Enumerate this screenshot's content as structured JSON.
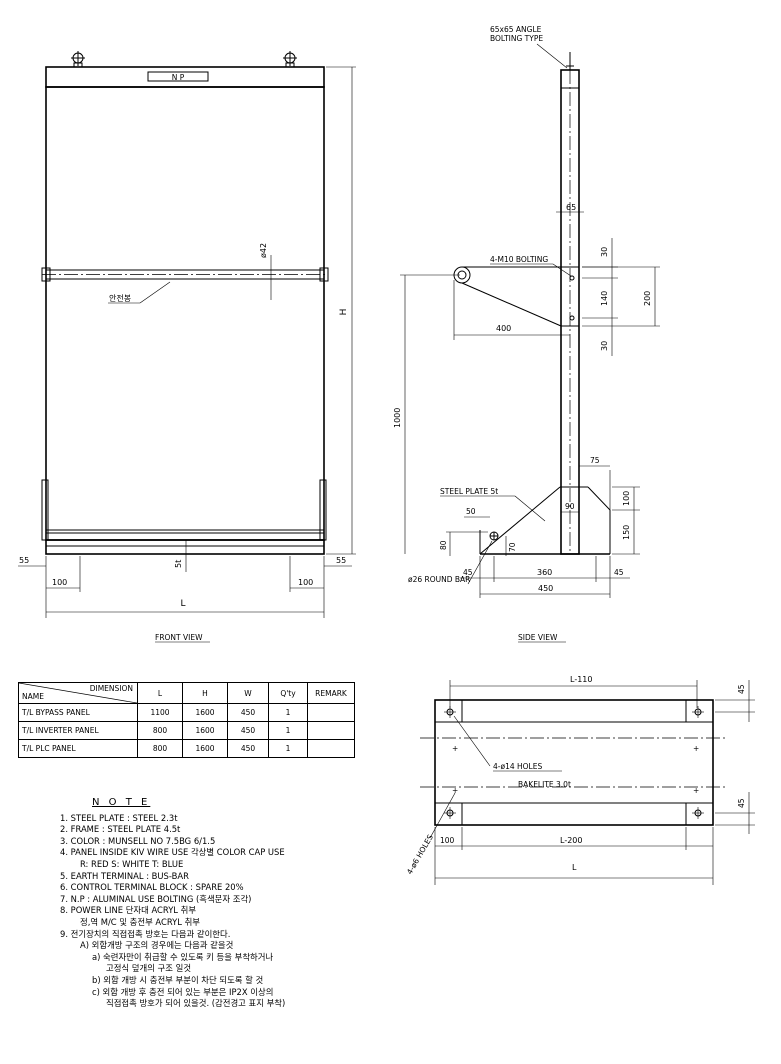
{
  "front_view": {
    "np_label": "N P",
    "safety_bar_label": "안전봉",
    "dim_phi42": "ø42",
    "dim_h": "H",
    "dim_l": "L",
    "dim_55_left": "55",
    "dim_55_right": "55",
    "dim_100_left": "100",
    "dim_100_right": "100",
    "dim_5t": "5t",
    "caption": "FRONT VIEW"
  },
  "side_view": {
    "angle_label_line1": "65x65 ANGLE",
    "angle_label_line2": "BOLTING TYPE",
    "dim_65": "65",
    "bolting_label": "4-M10 BOLTING",
    "dim_30_top": "30",
    "dim_140": "140",
    "dim_200": "200",
    "dim_30_bottom": "30",
    "dim_400": "400",
    "dim_1000": "1000",
    "dim_75": "75",
    "steel_plate_label": "STEEL PLATE 5t",
    "dim_100": "100",
    "dim_50": "50",
    "dim_90": "90",
    "dim_150": "150",
    "dim_80": "80",
    "dim_70": "70",
    "round_bar_label": "ø26 ROUND BAR",
    "dim_45_left": "45",
    "dim_360": "360",
    "dim_45_right": "45",
    "dim_450": "450",
    "caption": "SIDE VIEW"
  },
  "table": {
    "header_name": "NAME",
    "header_dimension": "DIMENSION",
    "columns": [
      "L",
      "H",
      "W",
      "Q'ty",
      "REMARK"
    ],
    "rows": [
      {
        "name": "T/L BYPASS PANEL",
        "l": "1100",
        "h": "1600",
        "w": "450",
        "qty": "1",
        "remark": ""
      },
      {
        "name": "T/L INVERTER PANEL",
        "l": "800",
        "h": "1600",
        "w": "450",
        "qty": "1",
        "remark": ""
      },
      {
        "name": "T/L PLC PANEL",
        "l": "800",
        "h": "1600",
        "w": "450",
        "qty": "1",
        "remark": ""
      }
    ]
  },
  "plan_view": {
    "dim_l110": "L-110",
    "dim_45_top": "45",
    "holes_label": "4-ø14 HOLES",
    "bakelite_label": "BAKELITE 3.0t",
    "dim_45_bottom": "45",
    "holes6_label": "4-ø6 HOLES",
    "dim_100": "100",
    "dim_l200": "L-200",
    "dim_l": "L"
  },
  "notes": {
    "title": "N O T E",
    "lines": [
      {
        "text": "1. STEEL   PLATE : STEEL 2.3t",
        "level": 0
      },
      {
        "text": "2. FRAME : STEEL PLATE 4.5t",
        "level": 0
      },
      {
        "text": "3. COLOR : MUNSELL NO 7.5BG 6/1.5",
        "level": 0
      },
      {
        "text": "4. PANEL INSIDE KIV WIRE USE 각상별 COLOR CAP USE",
        "level": 0
      },
      {
        "text": "R: RED    S: WHITE    T: BLUE",
        "level": 1
      },
      {
        "text": "5. EARTH TERMINAL : BUS-BAR",
        "level": 0
      },
      {
        "text": "6. CONTROL TERMINAL BLOCK : SPARE 20%",
        "level": 0
      },
      {
        "text": "7. N.P : ALUMINAL USE BOLTING (흑색문자 조각)",
        "level": 0
      },
      {
        "text": "8.  POWER LINE 단자대 ACRYL 취부",
        "level": 0
      },
      {
        "text": "정,역 M/C 및 충전부 ACRYL 취부",
        "level": 1
      },
      {
        "text": "9.  전기장치의 직접접촉 방호는 다음과 같이한다.",
        "level": 0
      },
      {
        "text": "A) 외함개방 구조의 경우에는 다음과 같을것",
        "level": 1
      },
      {
        "text": "a) 숙련자만이 취급할 수 있도록 키 등을 부착하거나",
        "level": 2
      },
      {
        "text": "고정식 덮개의 구조 일것",
        "level": 3
      },
      {
        "text": "b) 외함 개방 시 충전부 부분이 차단 되도록 할 것",
        "level": 2
      },
      {
        "text": "c) 외함 개방 후 충전 되어 있는 부분은 IP2X 이상의",
        "level": 2
      },
      {
        "text": "직접접촉 방호가 되어 있을것. (감전경고 표지 부착)",
        "level": 3
      }
    ]
  }
}
